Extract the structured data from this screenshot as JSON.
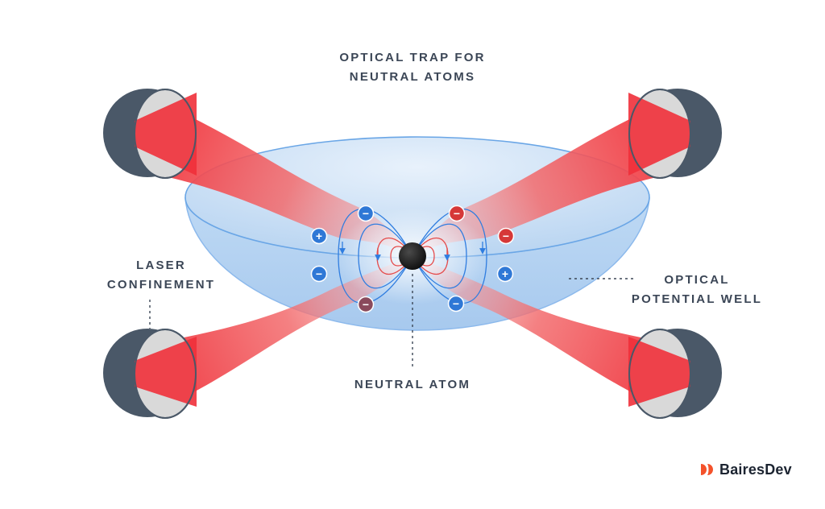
{
  "title": {
    "line1": "OPTICAL TRAP FOR",
    "line2": "NEUTRAL ATOMS"
  },
  "labels": {
    "laser": {
      "line1": "LASER",
      "line2": "CONFINEMENT"
    },
    "atom": "NEUTRAL ATOM",
    "well": {
      "line1": "OPTICAL",
      "line2": "POTENTIAL WELL"
    }
  },
  "brand": {
    "name": "BairesDev",
    "icon": "bairesdev-logo-icon",
    "color": "#f4522b"
  },
  "colors": {
    "laser_red": "#f03a3a",
    "well_blue": "#a9cdf2",
    "well_edge": "#6aa6e6",
    "field_line": "#2f7de0",
    "lens_face": "#d9d9d9",
    "lens_rim": "#4a5868",
    "atom": "#1a1a1a",
    "text": "#3b4656"
  },
  "charges": {
    "positive_symbol": "+",
    "negative_symbol": "−"
  }
}
